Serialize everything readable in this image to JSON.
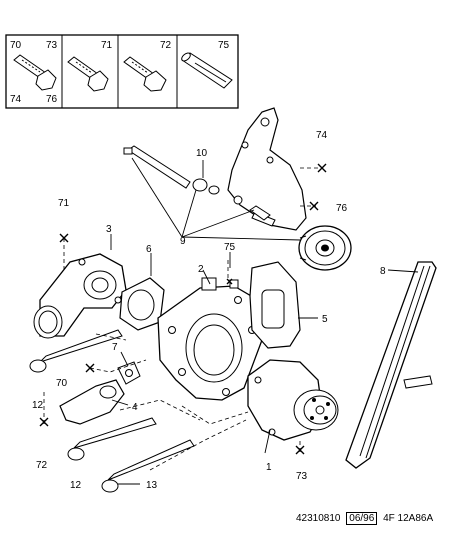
{
  "inset_parts": [
    {
      "top": "70",
      "topright": "73",
      "bottom": "74",
      "bottomright": "76"
    },
    {
      "topright": "71"
    },
    {
      "topright": "72"
    },
    {
      "topright": "75"
    }
  ],
  "callouts": {
    "c1": "1",
    "c2": "2",
    "c3": "3",
    "c4": "4",
    "c5": "5",
    "c6": "6",
    "c7": "7",
    "c8": "8",
    "c9": "9",
    "c10": "10",
    "c12a": "12",
    "c12b": "12",
    "c13": "13",
    "c70": "70",
    "c71": "71",
    "c72": "72",
    "c73": "73",
    "c74": "74",
    "c75": "75",
    "c76": "76"
  },
  "footer": {
    "ref": "42310810",
    "date": "06/96",
    "code": "4F 12A86A"
  }
}
